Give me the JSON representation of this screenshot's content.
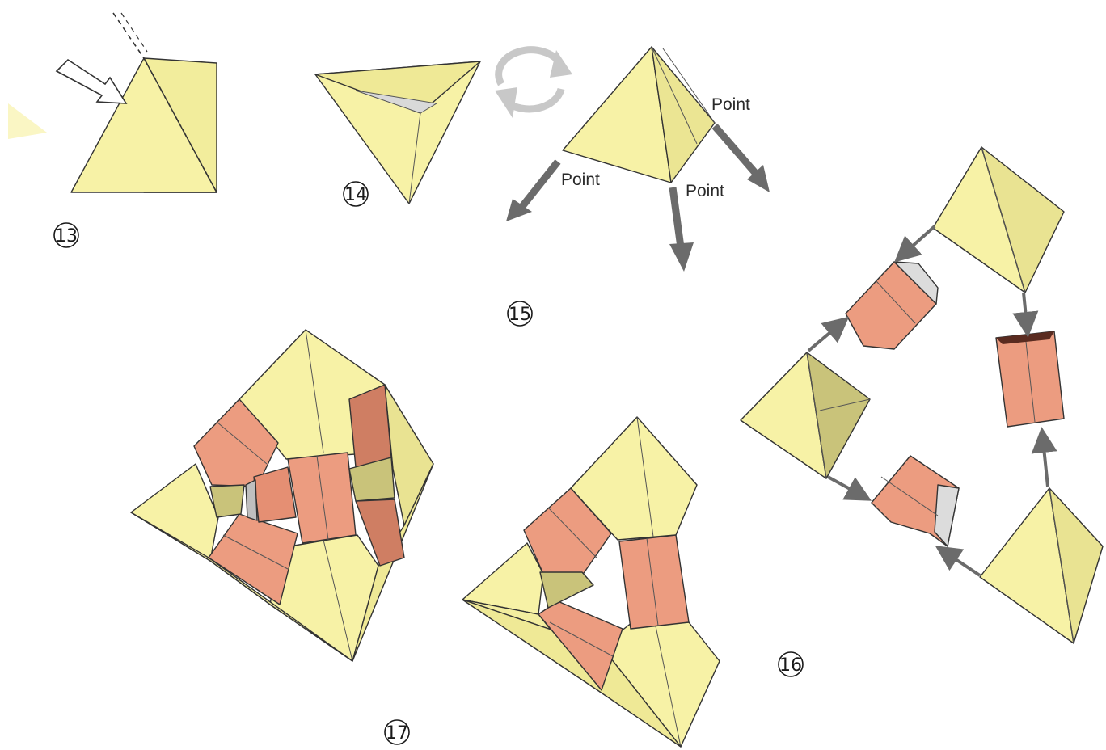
{
  "steps": {
    "s13": "13",
    "s14": "14",
    "s15": "15",
    "s16": "16",
    "s17": "17"
  },
  "labels": {
    "point_right": "Point",
    "point_left": "Point",
    "point_bottom": "Point"
  },
  "colors": {
    "yellow": "#f7f2a6",
    "yellow_shade": "#e5e08e",
    "olive": "#c9c37a",
    "salmon": "#ec9c80",
    "salmon_dark": "#cf7e63",
    "arrow_gray": "#6b6b6b",
    "rotate_gray": "#c8c8c8"
  },
  "icons": {
    "push_arrow": "push-arrow-icon",
    "rotate": "rotate-icon"
  }
}
